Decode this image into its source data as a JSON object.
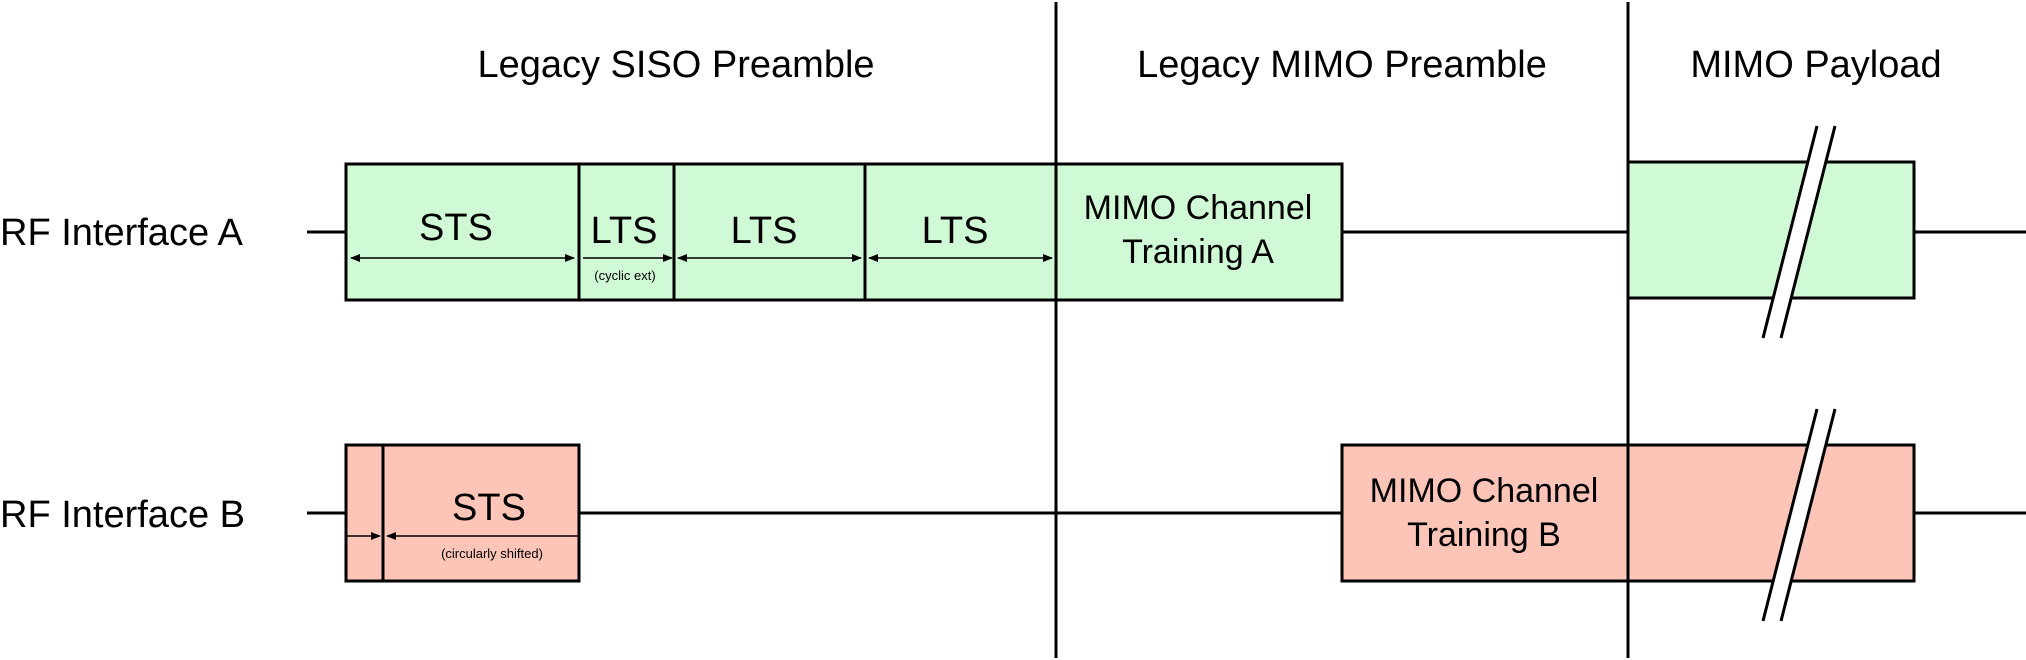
{
  "sections": {
    "siso": "Legacy SISO Preamble",
    "mimo_preamble": "Legacy MIMO Preamble",
    "payload": "MIMO Payload"
  },
  "interfaces": {
    "a": "RF Interface A",
    "b": "RF Interface B"
  },
  "row_a": {
    "sts": "STS",
    "lts_cyclic": "LTS",
    "lts_cyclic_note": "(cyclic ext)",
    "lts_1": "LTS",
    "lts_2": "LTS",
    "training_line1": "MIMO Channel",
    "training_line2": "Training A"
  },
  "row_b": {
    "sts": "STS",
    "sts_note": "(circularly shifted)",
    "training_line1": "MIMO Channel",
    "training_line2": "Training B"
  },
  "colors": {
    "interface_a_fill": "#d0fad5",
    "interface_b_fill": "#fcc5b8",
    "stroke": "#000000"
  }
}
